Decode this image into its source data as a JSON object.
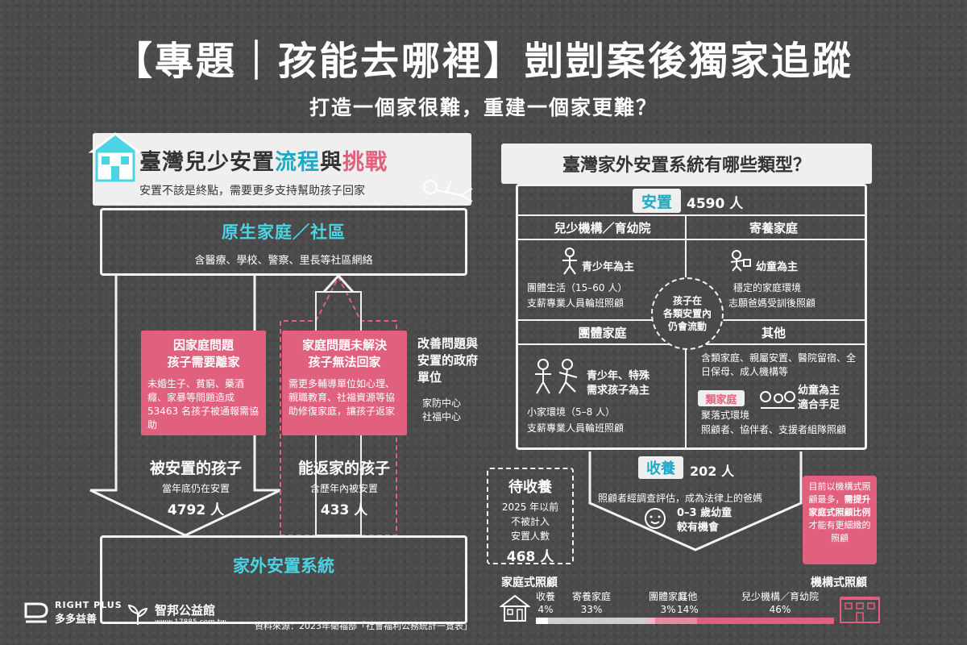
{
  "header": {
    "title": "【專題｜孩能去哪裡】剴剴案後獨家追蹤",
    "subtitle": "打造一個家很難，重建一個家更難？"
  },
  "left": {
    "banner": {
      "title_a": "臺灣兒少安置",
      "title_b": "流程",
      "title_c": "與",
      "title_d": "挑戰",
      "subtitle": "安置不該是終點，需要更多支持幫助孩子回家"
    },
    "origin": {
      "title": "原生家庭／社區",
      "sub": "含醫療、學校、警察、里長等社區網絡"
    },
    "cause": {
      "heading_1": "因家庭問題",
      "heading_2": "孩子需要離家",
      "body": "未婚生子、貧窮、藥酒癮、家暴等問題造成 53463 名孩子被通報需協助"
    },
    "cannot": {
      "heading_1": "家庭問題未解決",
      "heading_2": "孩子無法回家",
      "body": "需更多輔導單位如心理、親職教育、社福資源等協助修復家庭，讓孩子返家"
    },
    "improve": {
      "heading": "改善問題與安置的政府單位",
      "body_1": "家防中心",
      "body_2": "社福中心"
    },
    "placed": {
      "label": "被安置的孩子",
      "sub": "當年底仍在安置",
      "count": "4792 人"
    },
    "returned": {
      "label": "能返家的孩子",
      "sub": "含歷年內被安置",
      "count": "433 人"
    },
    "outside": {
      "title": "家外安置系統"
    }
  },
  "right": {
    "banner": "臺灣家外安置系統有哪些類型？",
    "placement": {
      "label": "安置",
      "count": "4590 人"
    },
    "institution": {
      "head": "兒少機構／育幼院",
      "focus": "青少年為主",
      "line_1": "團體生活（15–60 人）",
      "line_2": "支薪專業人員輪班照顧"
    },
    "foster": {
      "head": "寄養家庭",
      "focus": "幼童為主",
      "line_1": "穩定的家庭環境",
      "line_2": "志願爸媽受訓後照顧"
    },
    "flow": {
      "line_1": "孩子在",
      "line_2": "各類安置內",
      "line_3": "仍會流動"
    },
    "group_home": {
      "head": "團體家庭",
      "focus_1": "青少年、特殊",
      "focus_2": "需求孩子為主",
      "line_1": "小家環境（5–8 人）",
      "line_2": "支薪專業人員輪班照顧"
    },
    "other": {
      "head": "其他",
      "line_1": "含類家庭、親屬安置、醫院留宿、全日保母、成人機構等",
      "badge": "類家庭",
      "line_2": "聚落式環境",
      "focus_1": "幼童為主",
      "focus_2": "適合手足",
      "line_3": "照顧者、協伴者、支援者組隊照顧"
    },
    "adoption": {
      "label": "收養",
      "count": "202 人",
      "desc": "照顧者經調查評估，成為法律上的爸媽",
      "focus_1": "0–3 歲幼童",
      "focus_2": "較有機會"
    },
    "pending": {
      "heading": "待收養",
      "line_1": "2025 年以前",
      "line_2": "不被計入",
      "line_3": "安置人數",
      "count": "468 人"
    },
    "callout": {
      "part_1": "目前以機構式照顧最多，",
      "part_2": "需提升家庭式照顧比例",
      "part_3": "才能有更細緻的照顧"
    }
  },
  "distribution": {
    "family_label": "家庭式照顧",
    "institution_label": "機構式照顧",
    "items": [
      {
        "name": "收養",
        "pct": "4%",
        "value": 4,
        "color": "#ffffff"
      },
      {
        "name": "寄養家庭",
        "pct": "33%",
        "value": 33,
        "color": "#cfcfcf"
      },
      {
        "name": "團體家庭",
        "pct": "3%",
        "value": 3,
        "color": "#f0b8c5"
      },
      {
        "name": "其他",
        "pct": "14%",
        "value": 14,
        "color": "#e88aa0"
      },
      {
        "name": "兒少機構／育幼院",
        "pct": "46%",
        "value": 46,
        "color": "#e0607e"
      }
    ]
  },
  "footer": {
    "logo_a_line_1": "RIGHT PLUS",
    "logo_a_line_2": "多多益善",
    "logo_b_line_1": "智邦公益館",
    "logo_b_line_2": "www.17885.com.tw",
    "source": "資料來源：2023年衛福部「社會福利公務統計一覽表」"
  }
}
